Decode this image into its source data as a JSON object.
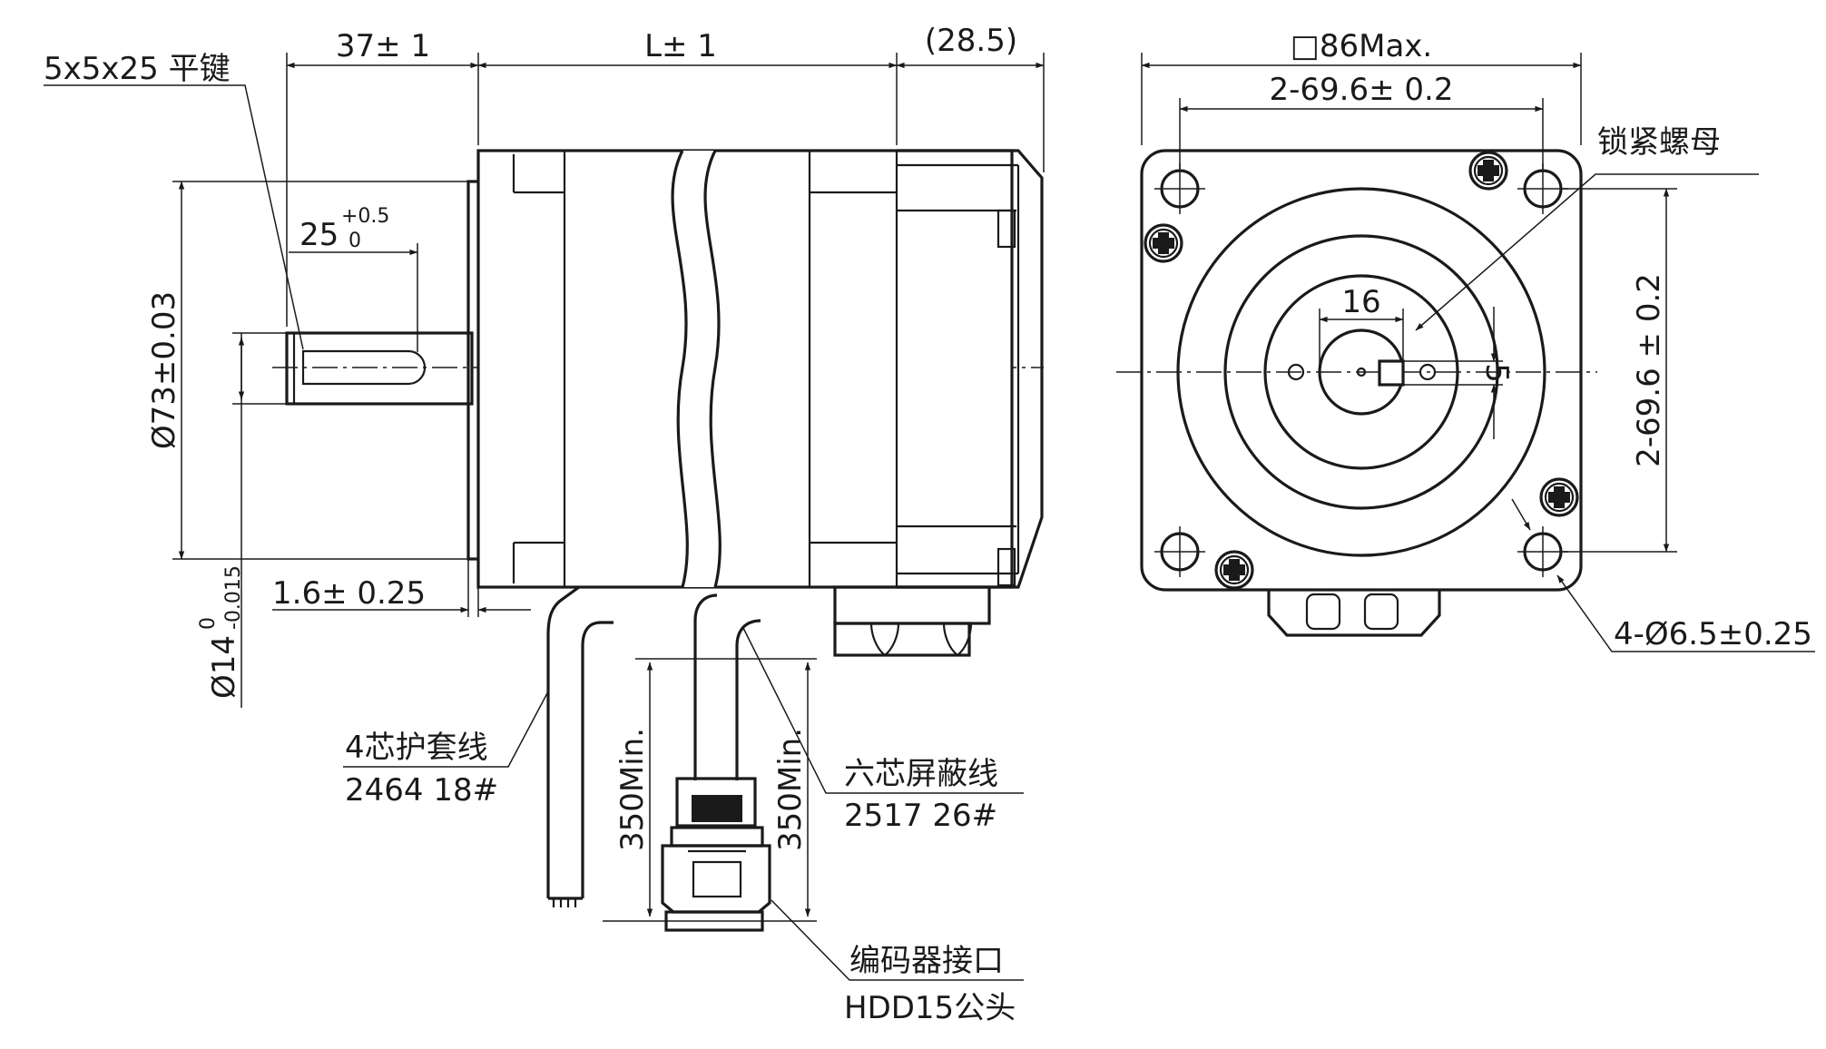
{
  "dimensions": {
    "key_spec": "5x5x25 平键",
    "shaft_length": "37± 1",
    "body_length": "L± 1",
    "rear_length": "(28.5)",
    "key_length_base": "25",
    "key_length_tol_upper": "+0.5",
    "key_length_tol_lower": "0",
    "pilot_diameter": "Ø73±0.03",
    "pilot_depth": "1.6± 0.25",
    "shaft_diameter_base": "Ø14",
    "shaft_diameter_tol_upper": "0",
    "shaft_diameter_tol_lower": "-0.015",
    "flange_size": "□86Max.",
    "bolt_spacing_horizontal": "2-69.6± 0.2",
    "bolt_spacing_vertical": "2-69.6 ± 0.2",
    "shaft_dia_front": "16",
    "key_height": "5",
    "mount_holes": "4-Ø6.5±0.25",
    "cable_length_1": "350Min.",
    "cable_length_2": "350Min."
  },
  "labels": {
    "lock_nut": "锁紧螺母",
    "power_cable_name": "4芯护套线",
    "power_cable_spec": "2464 18#",
    "encoder_cable_name": "六芯屏蔽线",
    "encoder_cable_spec": "2517 26#",
    "encoder_connector_name": "编码器接口",
    "encoder_connector_spec": "HDD15公头"
  },
  "colors": {
    "ink": "#1a1a1a",
    "background": "#ffffff"
  }
}
